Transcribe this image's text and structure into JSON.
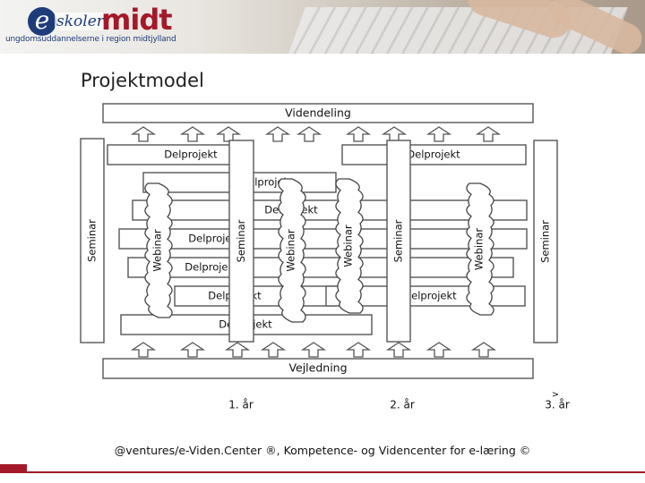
{
  "header": {
    "logo_e": "e",
    "logo_skoler": "skoler",
    "logo_midt": "midt",
    "logo_subtitle": "ungdomsuddannelserne i region midtjylland"
  },
  "title": "Projektmodel",
  "diagram": {
    "top_bar": "Videndeling",
    "bottom_bar": "Vejledning",
    "seminar": "Seminar",
    "webinar": "Webinar",
    "delprojekt": "Delprojekt",
    "years": [
      "1. år",
      "2. år",
      "3. år"
    ],
    "arrow_marker": ">"
  },
  "footer": "@ventures/e-Viden.Center ®, Kompetence- og Videncenter for e-læring ©",
  "colors": {
    "brand_blue": "#1f3c7a",
    "brand_red": "#a3192a",
    "box_border": "#555555"
  }
}
